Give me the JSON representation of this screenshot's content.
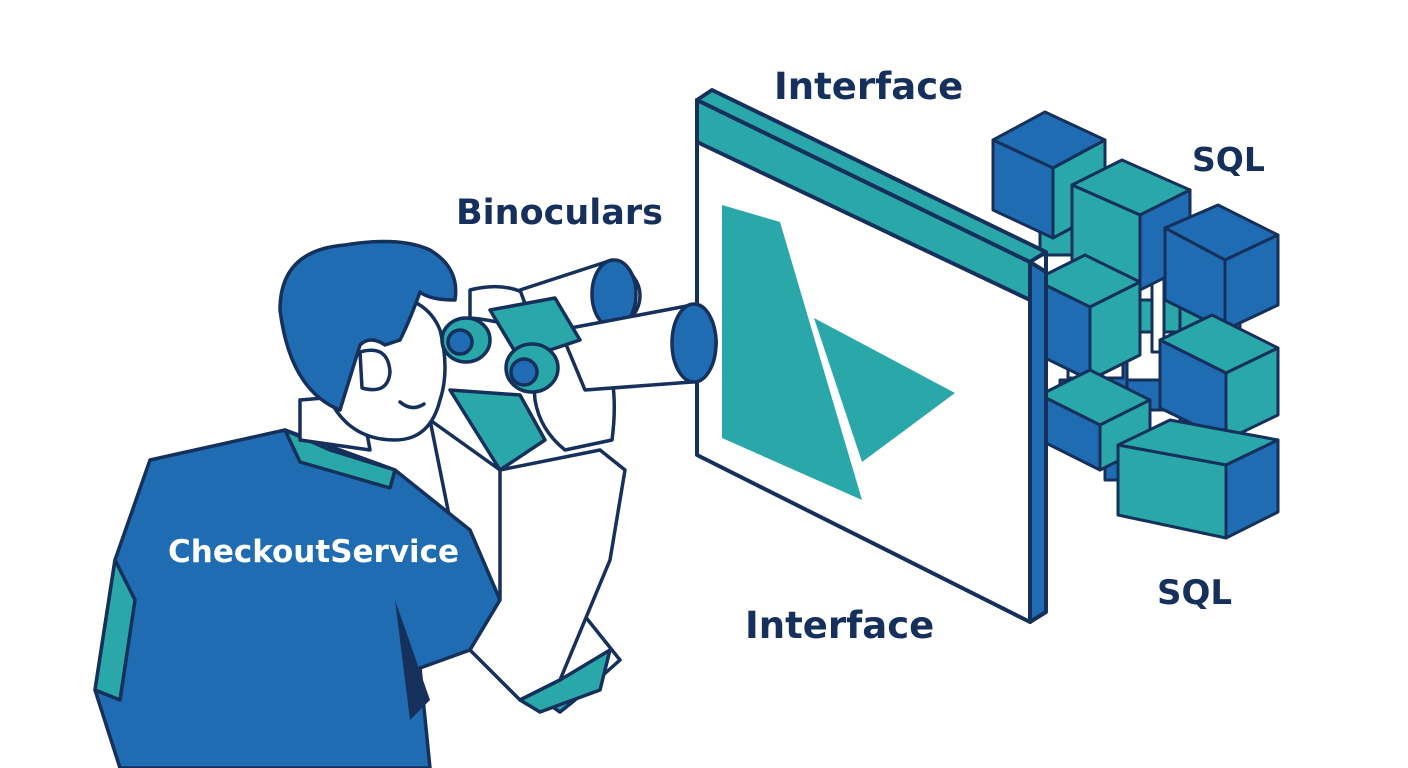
{
  "labels": {
    "interface_top": "Interface",
    "sql_top": "SQL",
    "binoculars": "Binoculars",
    "shirt_text": "CheckoutService",
    "sql_bottom": "SQL",
    "interface_bottom": "Interface"
  },
  "colors": {
    "navy": "#16305c",
    "blue": "#1f6cb3",
    "teal": "#2aa7a8",
    "light_teal": "#d6eef0",
    "skin": "#ffffff"
  },
  "icons": {
    "person": "person-with-binoculars",
    "binoculars": "binoculars-icon",
    "screen": "interface-window",
    "database": "sql-cube-cluster"
  }
}
